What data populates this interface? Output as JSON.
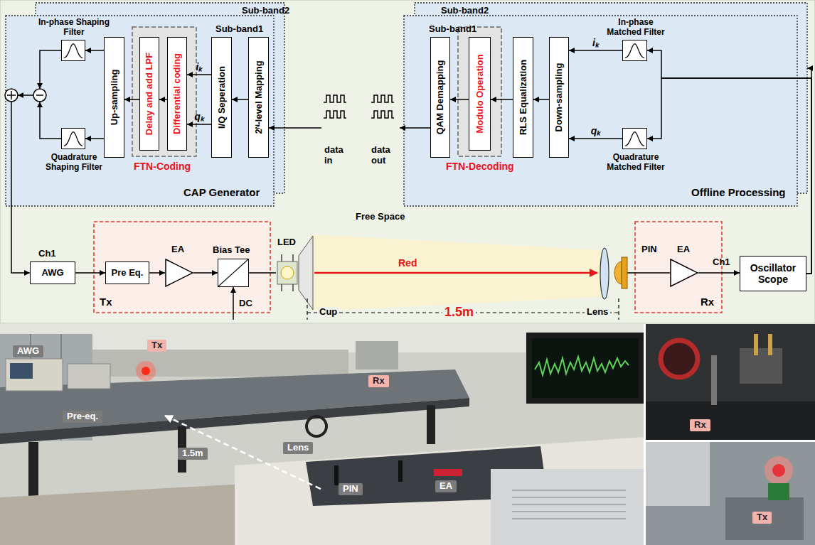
{
  "diagram": {
    "nodes": [
      {
        "text": [
          "Sub-band2"
        ]
      },
      {
        "text": [
          "Sub-band1",
          "CAP Generator"
        ]
      },
      {
        "text": [
          "FTN-Coding"
        ],
        "in": 1
      },
      {
        "text": [
          "In-phase Shaping Filter"
        ],
        "in": 1
      },
      {
        "text": [
          "Quadrature Shaping Filter"
        ],
        "in": 1
      },
      {
        "text": [
          "Up-sampling"
        ],
        "in": 1
      },
      {
        "text": [
          "Delay and add LPF"
        ],
        "in": 2
      },
      {
        "text": [
          "Differential coding"
        ],
        "in": 2
      },
      {
        "text": [
          "I/Q Seperation"
        ],
        "in": 1
      },
      {
        "text": [
          "2ᴺ-level Mapping"
        ],
        "in": 1
      },
      {
        "text": [
          "Sub-band2"
        ]
      },
      {
        "text": [
          "Sub-band1",
          "Offline Processing"
        ]
      },
      {
        "text": [
          "QAM Demapping"
        ],
        "in": 11
      },
      {
        "text": [
          "FTN-Decoding"
        ],
        "in": 11
      },
      {
        "text": [
          "Modulo Operation"
        ],
        "in": 13
      },
      {
        "text": [
          "RLS Equalization"
        ],
        "in": 11
      },
      {
        "text": [
          "Down-sampling"
        ],
        "in": 11
      },
      {
        "text": [
          "In-phase Matched Filter"
        ],
        "in": 11
      },
      {
        "text": [
          "Quadrature Matched Filter"
        ],
        "in": 11
      },
      {
        "text": [
          "AWG"
        ]
      },
      {
        "text": [
          "Tx"
        ]
      },
      {
        "text": [
          "Pre Eq."
        ],
        "in": 20
      },
      {
        "text": [
          "EA"
        ],
        "in": 20
      },
      {
        "text": [
          "Bias Tee"
        ],
        "in": 20
      },
      {
        "text": [
          "LED"
        ]
      },
      {
        "text": [
          "Rx"
        ]
      },
      {
        "text": [
          "EA"
        ],
        "in": 25
      },
      {
        "text": [
          "Oscillator Scope"
        ]
      }
    ],
    "edges": [
      {
        "from": 9,
        "to": 8,
        "arrow": "to"
      },
      {
        "from": 8,
        "to": 7,
        "label": "iₖ",
        "arrow": "to"
      },
      {
        "from": 8,
        "to": 7,
        "label": "qₖ",
        "arrow": "to"
      },
      {
        "from": 7,
        "to": 6,
        "arrow": "to"
      },
      {
        "from": 6,
        "to": 5,
        "arrow": "to"
      },
      {
        "from": 5,
        "to": 3,
        "arrow": "to"
      },
      {
        "from": 5,
        "to": 4,
        "arrow": "to"
      },
      {
        "from": 19,
        "to": 21,
        "arrow": "to"
      },
      {
        "from": 21,
        "to": 22,
        "arrow": "to"
      },
      {
        "from": 22,
        "to": 23,
        "arrow": "to"
      },
      {
        "from": 23,
        "to": 24,
        "arrow": "none"
      },
      {
        "from": 26,
        "to": 27,
        "arrow": "to"
      },
      {
        "from": 27,
        "to": 17,
        "arrow": "to"
      },
      {
        "from": 27,
        "to": 18,
        "arrow": "to"
      },
      {
        "from": 17,
        "to": 16,
        "label": "iₖ",
        "arrow": "to"
      },
      {
        "from": 18,
        "to": 16,
        "label": "qₖ",
        "arrow": "to"
      },
      {
        "from": 16,
        "to": 15,
        "arrow": "to"
      },
      {
        "from": 15,
        "to": 14,
        "arrow": "to"
      },
      {
        "from": 14,
        "to": 12,
        "arrow": "to"
      }
    ],
    "labels": [
      "data in",
      "data out",
      "Ch1",
      "DC",
      "Free Space",
      "Red",
      "Cup",
      "1.5m",
      "Lens",
      "PIN",
      "Ch1",
      "AWG",
      "Tx",
      "Pre-eq.",
      "1.5m",
      "Lens",
      "Rx",
      "PIN",
      "EA",
      "Rx",
      "Tx"
    ]
  }
}
